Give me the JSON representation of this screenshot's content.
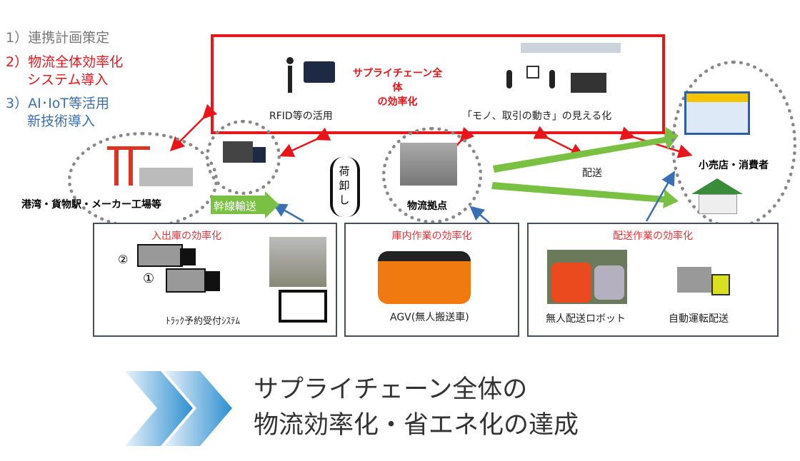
{
  "legend": {
    "item1": "1）連携計画策定",
    "item2_line1": "2）物流全体効率化",
    "item2_line2": "システム導入",
    "item3_line1": "3）AI･IoT等活用",
    "item3_line2": "新技術導入"
  },
  "top_box": {
    "center_title_line1": "サプライチェーン全体",
    "center_title_line2": "の効率化",
    "rfid_label": "RFID等の活用",
    "visibility_label": "「モノ、取引の動き」の見える化"
  },
  "nodes": {
    "port": "港湾・貨物駅・メーカー工場等",
    "trunk": "幹線輸送",
    "unload": "荷卸し",
    "hub": "物流拠点",
    "delivery": "配送",
    "retail": "小売店・消費者"
  },
  "panels": [
    {
      "title": "入出庫の効率化",
      "marker2": "②",
      "marker1": "①",
      "caption": "ﾄﾗｯｸ予約受付ｼｽﾃﾑ"
    },
    {
      "title": "庫内作業の効率化",
      "caption": "AGV(無人搬送車)"
    },
    {
      "title": "配送作業の効率化",
      "caption1": "無人配送ロボット",
      "caption2": "自動運転配送"
    }
  ],
  "conclusion": {
    "line1": "サプライチェーン全体の",
    "line2": "物流効率化・省エネ化の達成"
  },
  "colors": {
    "red": "#e8151b",
    "green": "#7ac143",
    "blue": "#3a6fb5",
    "chevron": "#2e8fd0"
  }
}
